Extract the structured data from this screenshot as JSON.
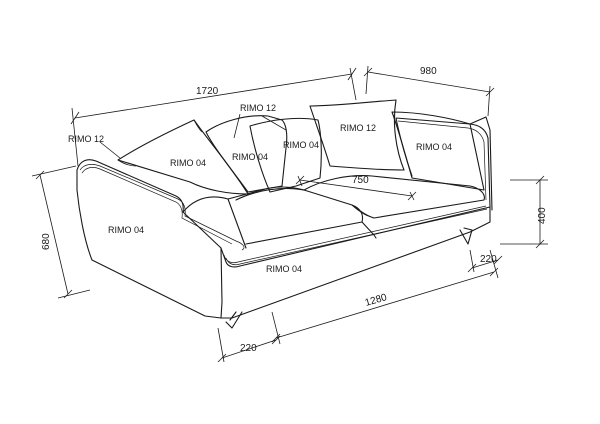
{
  "dimensions": {
    "overall_width": "1720",
    "depth": "980",
    "height": "680",
    "arm_height": "400",
    "seat_width": "1280",
    "arm_width_front": "220",
    "arm_width_back": "220",
    "seat_depth": "750"
  },
  "materials": {
    "back_cushion_left_top": "RIMO 12",
    "back_cushion_left": "RIMO 04",
    "pillow_left_label": "RIMO 12",
    "pillow_left_fabric": "RIMO 04",
    "back_center": "RIMO 04",
    "pillow_right": "RIMO 12",
    "back_right": "RIMO 04",
    "left_arm_side": "RIMO 04",
    "front_base": "RIMO 04"
  }
}
